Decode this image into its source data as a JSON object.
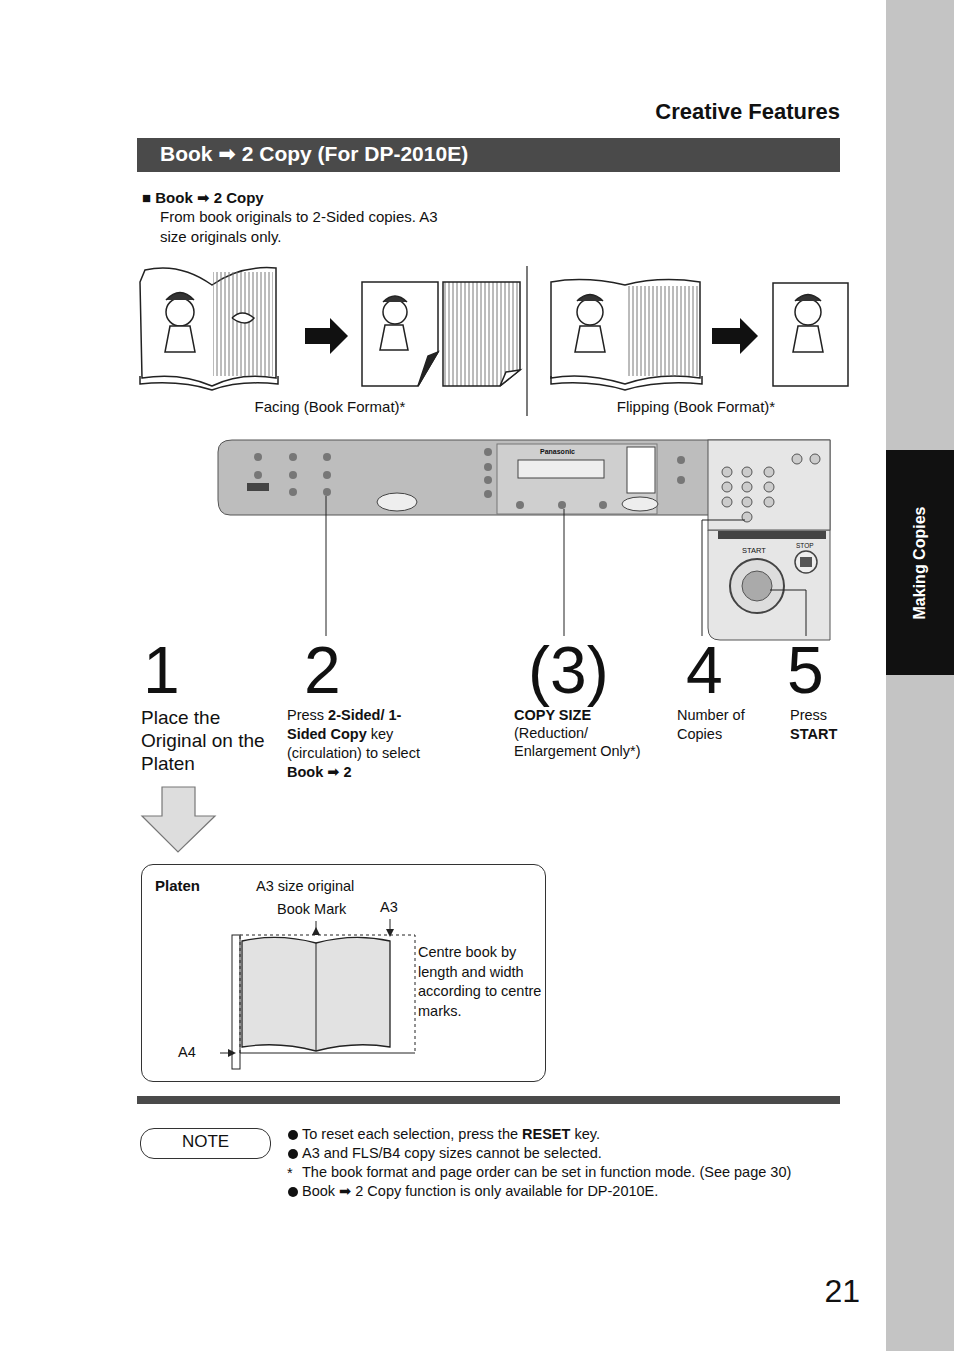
{
  "diagram": {
    "title": "Book ➡ 2 Copy (For DP-2010E)",
    "nodes": [
      {
        "text": [
          "Making Copies"
        ]
      },
      {
        "text": [
          "Platen",
          "A3 size original",
          "Book Mark",
          "A3",
          "A4",
          "Centre book by length and width according to centre marks."
        ]
      },
      {
        "text": [
          "NOTE"
        ]
      }
    ],
    "labels": [
      "Creative Features",
      "■ Book ➡ 2 Copy",
      "From book originals to 2-Sided copies. A3 size originals only.",
      "Facing (Book Format)*",
      "Flipping (Book Format)*",
      "1",
      "2",
      "(3)",
      "4",
      "5",
      "Place the Original on the Platen",
      "Press",
      "2-Sided/ 1-Sided Copy",
      "key (circulation) to select",
      "Book ➡ 2",
      "COPY SIZE",
      "(Reduction/ Enlargement Only*)",
      "Number of Copies",
      "Press",
      "START",
      "To reset each selection, press the",
      "RESET",
      "key.",
      "A3 and FLS/B4 copy sizes cannot be selected.",
      "*",
      "The book format and page order can be set in function mode. (See page 30)",
      "Book ➡ 2 Copy function is only available for DP-2010E.",
      "21",
      "Panasonic",
      "START",
      "STOP"
    ]
  }
}
